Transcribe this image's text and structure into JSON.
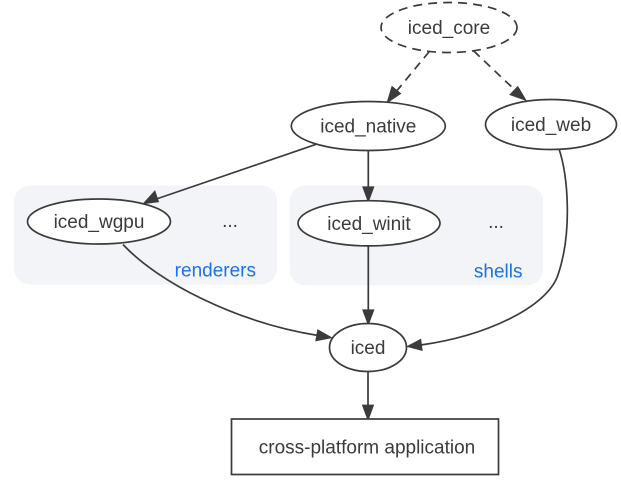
{
  "diagram": {
    "nodes": {
      "iced_core": {
        "label": "iced_core",
        "shape": "ellipse",
        "border": "dashed"
      },
      "iced_native": {
        "label": "iced_native",
        "shape": "ellipse",
        "border": "solid"
      },
      "iced_web": {
        "label": "iced_web",
        "shape": "ellipse",
        "border": "solid"
      },
      "iced_wgpu": {
        "label": "iced_wgpu",
        "shape": "ellipse",
        "border": "solid",
        "group": "renderers"
      },
      "iced_winit": {
        "label": "iced_winit",
        "shape": "ellipse",
        "border": "solid",
        "group": "shells"
      },
      "iced": {
        "label": "iced",
        "shape": "ellipse",
        "border": "solid"
      },
      "application": {
        "label": "cross-platform application",
        "shape": "rect",
        "border": "solid"
      }
    },
    "groups": {
      "renderers": {
        "label": "renderers",
        "ellipsis": "..."
      },
      "shells": {
        "label": "shells",
        "ellipsis": "..."
      }
    },
    "edges": [
      {
        "from": "iced_core",
        "to": "iced_native",
        "style": "dashed"
      },
      {
        "from": "iced_core",
        "to": "iced_web",
        "style": "dashed"
      },
      {
        "from": "iced_native",
        "to": "iced_wgpu",
        "style": "solid"
      },
      {
        "from": "iced_native",
        "to": "iced_winit",
        "style": "solid"
      },
      {
        "from": "iced_wgpu",
        "to": "iced",
        "style": "solid"
      },
      {
        "from": "iced_winit",
        "to": "iced",
        "style": "solid"
      },
      {
        "from": "iced_web",
        "to": "iced",
        "style": "solid"
      },
      {
        "from": "iced",
        "to": "application",
        "style": "solid"
      }
    ],
    "colors": {
      "stroke": "#3b3b3b",
      "text": "#3b3b3b",
      "node_fill": "#ffffff",
      "group_fill": "#f2f4f7",
      "group_label": "#1a73e8",
      "background": "#ffffff"
    }
  }
}
